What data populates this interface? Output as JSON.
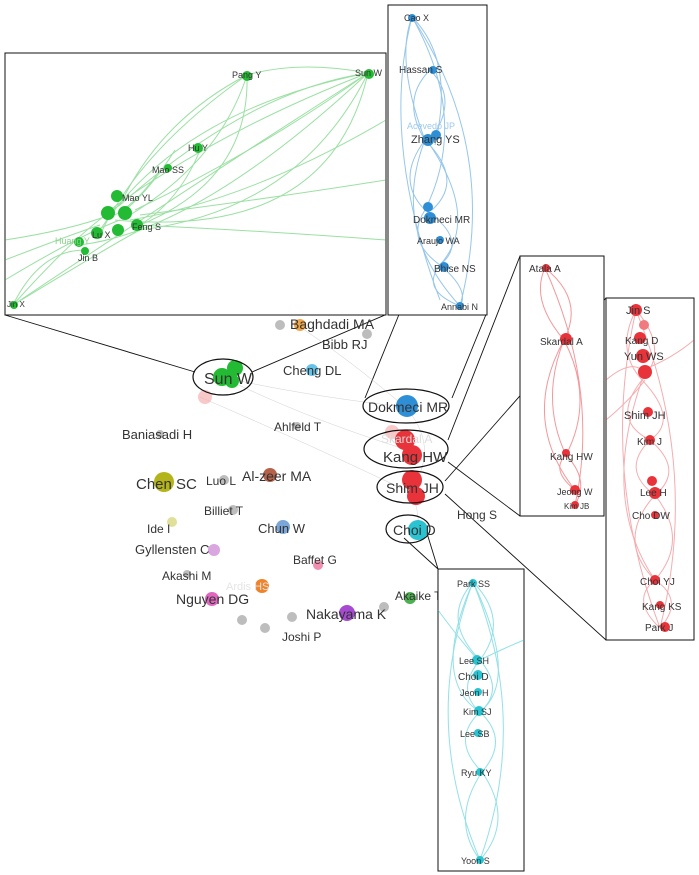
{
  "colors": {
    "green": "#22bb33",
    "blue": "#2f8fd6",
    "red": "#e8333a",
    "cyan": "#29c3d1",
    "grey": "#bdbdbd",
    "label": "#333333"
  },
  "main_nodes": [
    {
      "label": "Baghdadi MA",
      "color": "#f0a64a"
    },
    {
      "label": "Bibb RJ",
      "color": "#bdbdbd"
    },
    {
      "label": "Sun W",
      "color": "#22bb33"
    },
    {
      "label": "Cheng DL",
      "color": "#66c2e8"
    },
    {
      "label": "Dokmeci MR",
      "color": "#2f8fd6"
    },
    {
      "label": "Baniasadi H",
      "color": "#bdbdbd"
    },
    {
      "label": "Ahlfeld T",
      "color": "#bdbdbd"
    },
    {
      "label": "Kang HW",
      "color": "#e8333a"
    },
    {
      "label": "Shim JH",
      "color": "#e8333a"
    },
    {
      "label": "Chen SC",
      "color": "#b3b31a"
    },
    {
      "label": "Luo L",
      "color": "#bdbdbd"
    },
    {
      "label": "Al-zeer MA",
      "color": "#b5624a"
    },
    {
      "label": "Billiet T",
      "color": "#bdbdbd"
    },
    {
      "label": "Hong S",
      "color": "#bdbdbd"
    },
    {
      "label": "Choi D",
      "color": "#29c3d1"
    },
    {
      "label": "Ide I",
      "color": "#e0e09a"
    },
    {
      "label": "Chun W",
      "color": "#7aa6d8"
    },
    {
      "label": "Gyllensten C",
      "color": "#d9a6e0"
    },
    {
      "label": "Baffet G",
      "color": "#f08fb0"
    },
    {
      "label": "Akashi M",
      "color": "#bdbdbd"
    },
    {
      "label": "Nguyen DG",
      "color": "#e066c0"
    },
    {
      "label": "Nakayama K",
      "color": "#a64ad1"
    },
    {
      "label": "Akaike T",
      "color": "#4caf50"
    },
    {
      "label": "Joshi P",
      "color": "#bdbdbd"
    }
  ],
  "green_cluster": {
    "nodes": [
      "Pang Y",
      "Sun W",
      "Hu Y",
      "Mao SS",
      "Mao YL",
      "Feng S",
      "Lu X",
      "Huang Y",
      "Jin B",
      "Jin X"
    ]
  },
  "blue_cluster": {
    "nodes": [
      "Cao X",
      "Hassan S",
      "Acevedo JP",
      "Zhang YS",
      "Dokmeci MR",
      "Araujo WA",
      "Bhise NS",
      "Annabi N"
    ]
  },
  "red_cluster_small": {
    "nodes": [
      "Atala A",
      "Skardal A",
      "Kang HW",
      "Jeong W",
      "Kim JB"
    ]
  },
  "red_cluster_large": {
    "nodes": [
      "Jin S",
      "Kang D",
      "Yun WS",
      "Shim JH",
      "Kim J",
      "Lee H",
      "Cho DW",
      "Choi YJ",
      "Kang KS",
      "Park J"
    ]
  },
  "cyan_cluster": {
    "nodes": [
      "Park SS",
      "Lee SH",
      "Choi D",
      "Jeon H",
      "Kim SJ",
      "Lee SB",
      "Ryu KY",
      "Yoon S"
    ]
  }
}
